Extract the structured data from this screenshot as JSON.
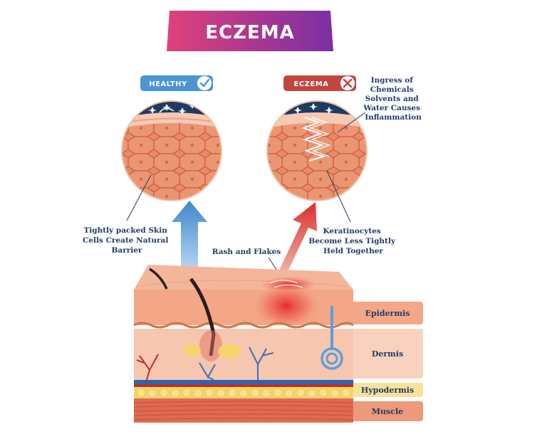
{
  "title": "ECZEMA",
  "badges": {
    "healthy": "HEALTHY",
    "eczema": "ECZEMA"
  },
  "annotations": {
    "healthy_lines": [
      "Tightly packed Skin",
      "Cells Create Natural",
      "Barrier"
    ],
    "eczema_top_lines": [
      "Ingress of",
      "Chemicals",
      "Solvents and",
      "Water Causes",
      "Inflammation"
    ],
    "eczema_bottom_lines": [
      "Keratinocytes",
      "Become Less Tightly",
      "Held Together"
    ],
    "rash": "Rash and Flakes"
  },
  "layers": [
    "Epidermis",
    "Dermis",
    "Hypodermis",
    "Muscle"
  ],
  "colors": {
    "title_gradient_start": "#e0417a",
    "title_gradient_end": "#7a2fa3",
    "healthy_badge": "#4a95d6",
    "eczema_badge": "#c0473e",
    "healthy_arrow": "#4a95d6",
    "eczema_arrow": "#d9302c",
    "label_text": "#233a66"
  }
}
